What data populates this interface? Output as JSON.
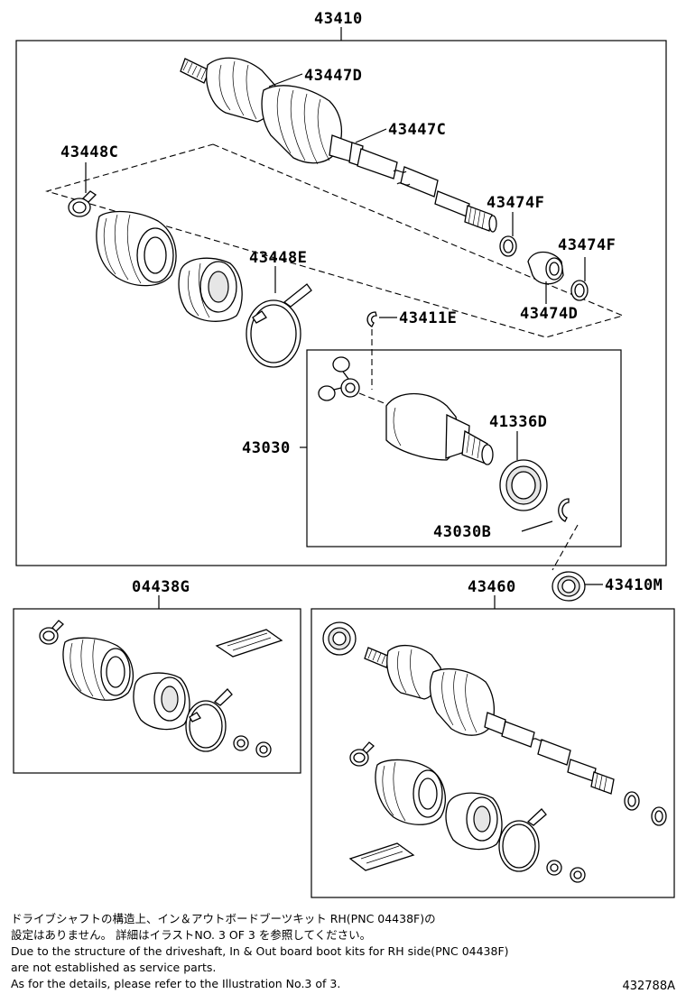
{
  "labels": {
    "assembly": "43410",
    "boot_outer": "43447D",
    "boot_inner": "43447C",
    "clamp_small": "43448C",
    "clamp_large": "43448E",
    "snap_ring_upper": "43474F",
    "snap_ring_lower": "43474F",
    "dust_cover": "43474D",
    "snap_ring_joint": "43411E",
    "inboard_joint": "43030",
    "oil_seal": "41336D",
    "snap_ring_joint_b": "43030B",
    "dust_deflector": "43410M",
    "boot_kit": "04438G",
    "shaft_assembly_alt": "43460"
  },
  "notes": {
    "jp_line1": "ドライブシャフトの構造上、イン＆アウトボードブーツキット RH(PNC 04438F)の",
    "jp_line2": "設定はありません。 詳細はイラストNO. 3 OF 3 を参照してください。",
    "en_line1": "Due to the structure of the driveshaft, In & Out board boot kits for RH side(PNC 04438F)",
    "en_line2": "are not established as service parts.",
    "en_line3": "As for the details, please refer to the Illustration No.3 of 3."
  },
  "illustration_id": "432788A"
}
